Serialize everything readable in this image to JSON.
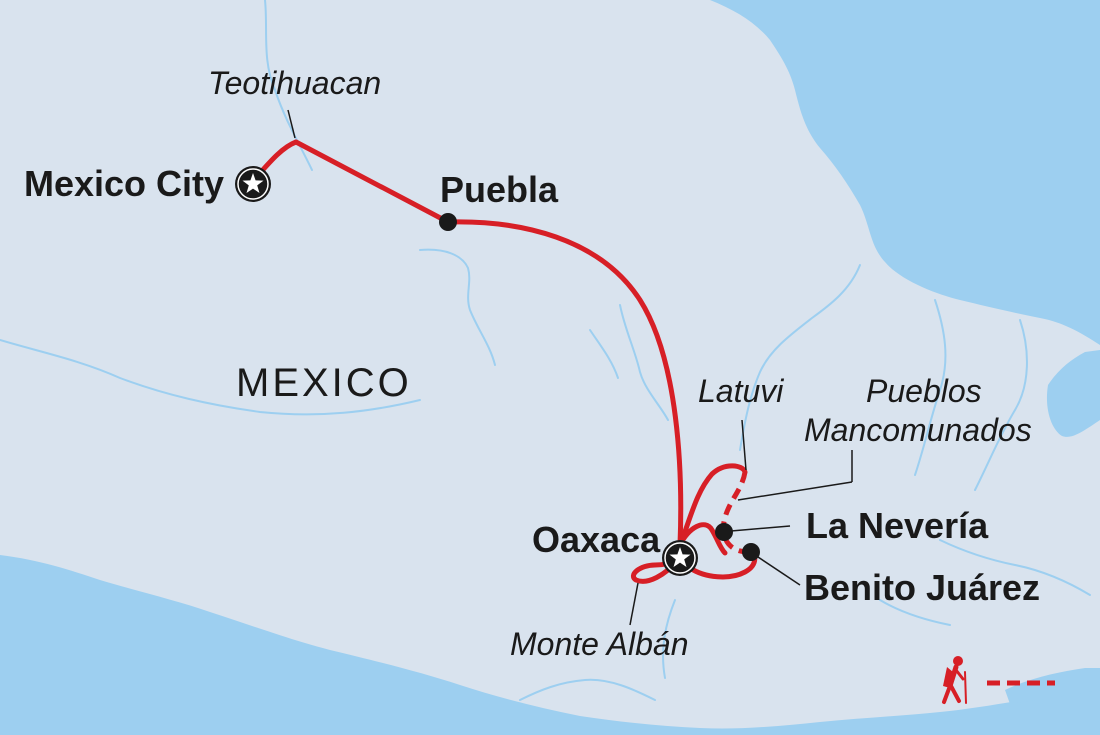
{
  "map": {
    "country_label": "MEXICO",
    "places": {
      "mexico_city": "Mexico City",
      "teotihuacan": "Teotihuacan",
      "puebla": "Puebla",
      "oaxaca": "Oaxaca",
      "latuvi": "Latuvi",
      "pueblos_line1": "Pueblos",
      "pueblos_line2": "Mancomunados",
      "la_neveria": "La Nevería",
      "benito_juarez": "Benito Juárez",
      "monte_alban": "Monte Albán"
    },
    "legend": {
      "icon": "hiker-icon",
      "meaning": "trek route (dashed line)"
    },
    "colors": {
      "land": "#d9e3ee",
      "water": "#9dcff0",
      "river": "#9dcff0",
      "route": "#d71f26",
      "text": "#1a1a1a"
    }
  }
}
